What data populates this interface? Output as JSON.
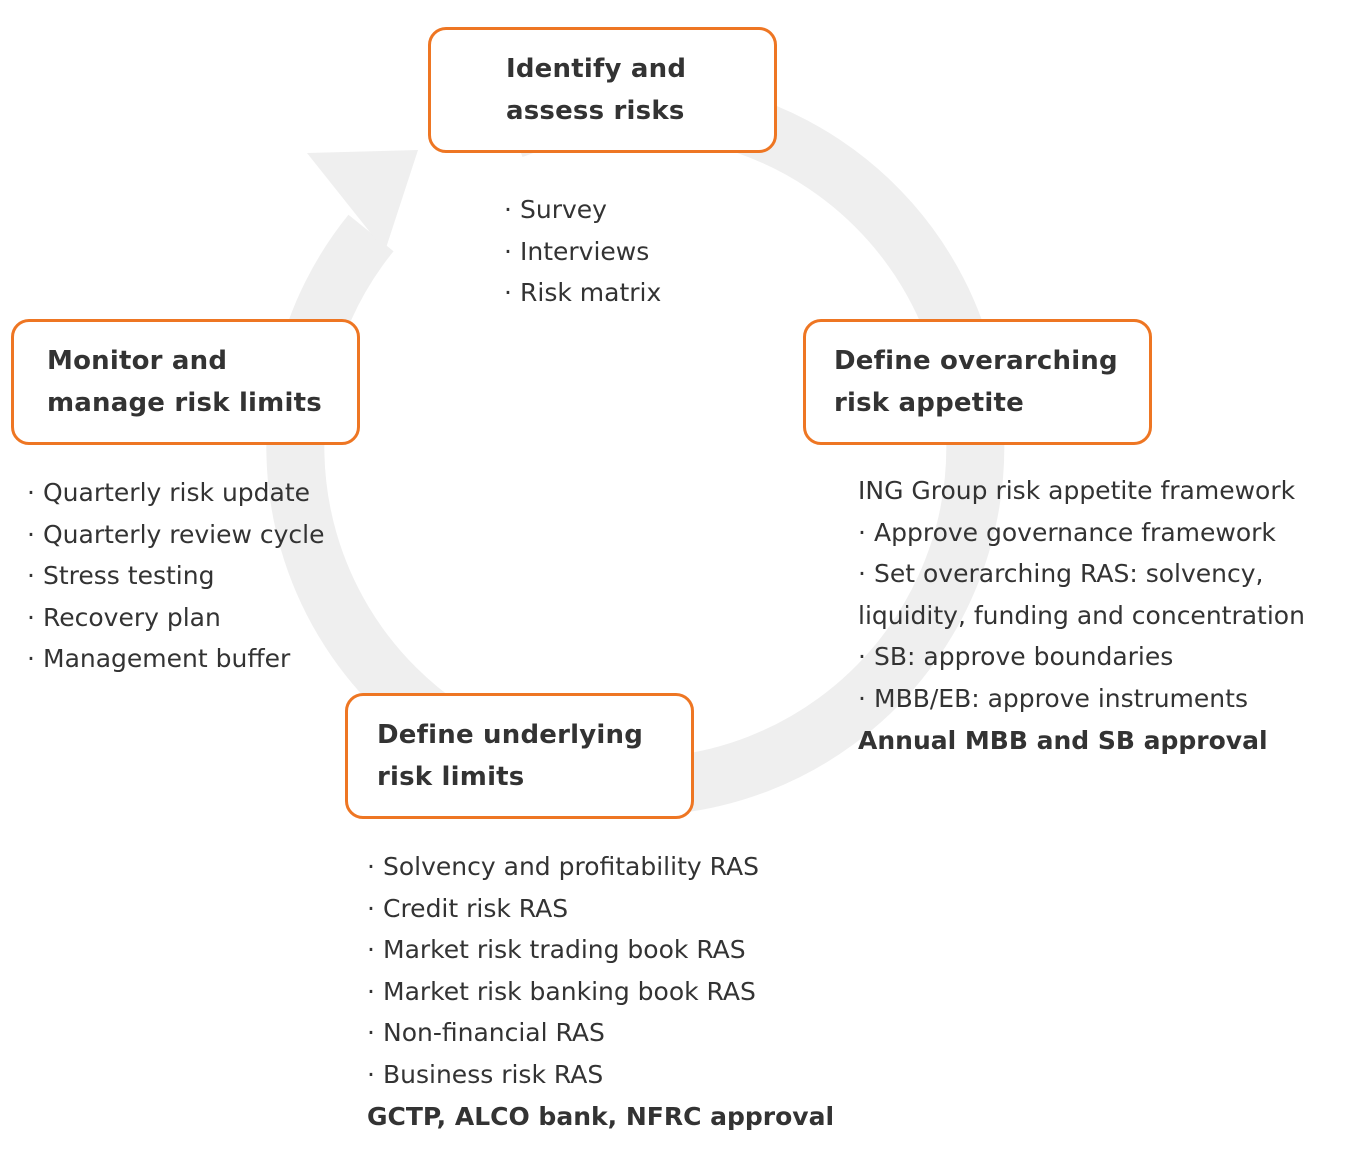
{
  "diagram": {
    "ring_color": "#efefef",
    "accent_color": "#ee7623",
    "stages": {
      "identify": {
        "title": "Identify and\nassess risks",
        "items": [
          "Survey",
          "Interviews",
          "Risk matrix"
        ]
      },
      "define_overarching": {
        "title": "Define overarching\nrisk appetite",
        "heading": "ING Group risk appetite framework",
        "items": [
          "Approve governance framework",
          "Set overarching RAS: solvency,",
          "SB: approve boundaries",
          "MBB/EB: approve instruments"
        ],
        "continuation": "liquidity, funding and concentration",
        "approval": "Annual MBB and SB approval"
      },
      "define_underlying": {
        "title": "Define underlying\nrisk limits",
        "items": [
          "Solvency and profitability RAS",
          "Credit risk RAS",
          "Market risk trading book RAS",
          "Market risk banking book RAS",
          "Non-financial RAS",
          "Business risk RAS"
        ],
        "approval": "GCTP, ALCO bank, NFRC approval"
      },
      "monitor": {
        "title": "Monitor and\nmanage risk limits",
        "items": [
          "Quarterly risk update",
          "Quarterly review cycle",
          "Stress testing",
          "Recovery plan",
          "Management buffer"
        ]
      }
    }
  }
}
